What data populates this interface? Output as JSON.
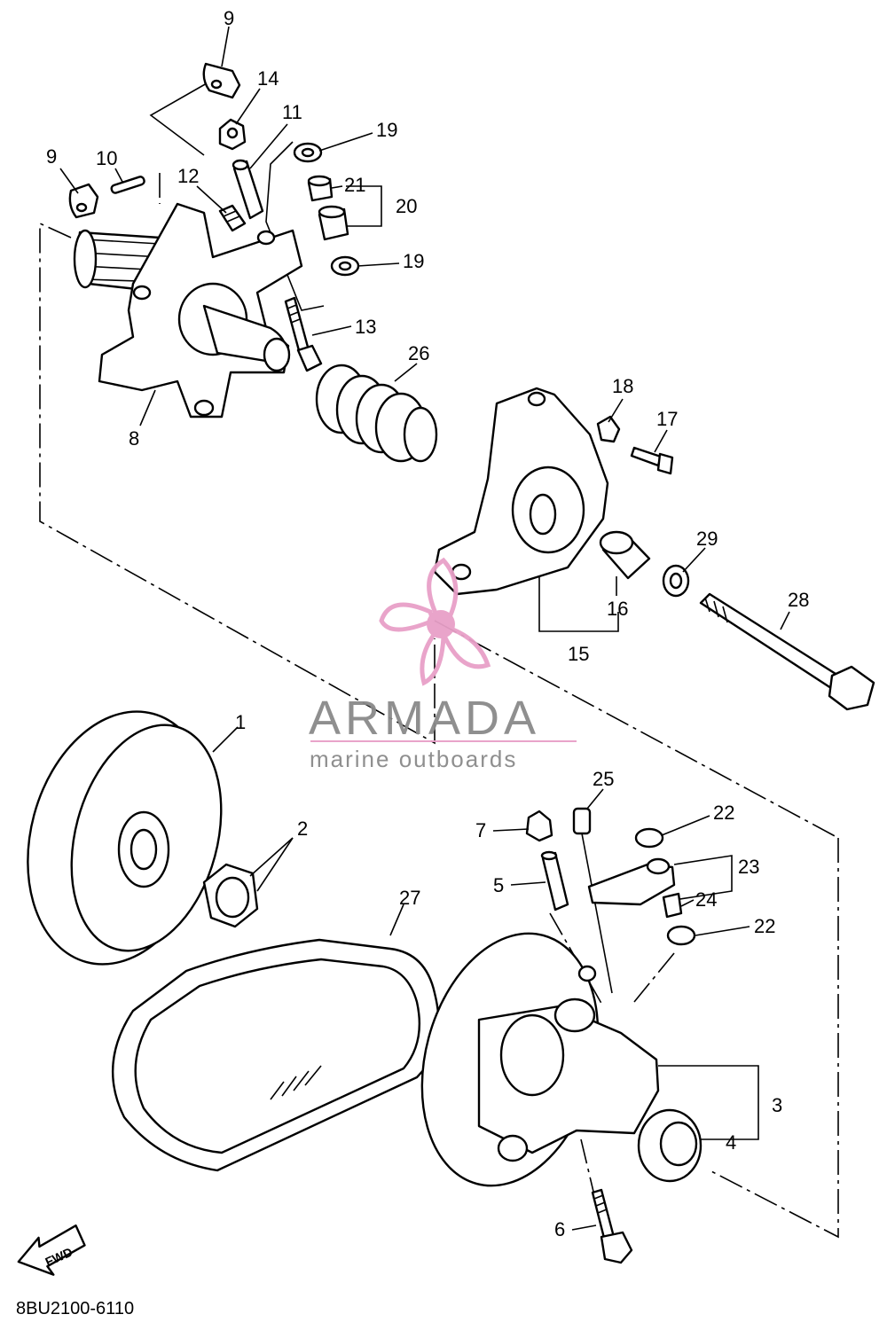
{
  "callouts": [
    {
      "id": "c9a",
      "text": "9"
    },
    {
      "id": "c14",
      "text": "14"
    },
    {
      "id": "c11",
      "text": "11"
    },
    {
      "id": "c19a",
      "text": "19"
    },
    {
      "id": "c9b",
      "text": "9"
    },
    {
      "id": "c10",
      "text": "10"
    },
    {
      "id": "c12",
      "text": "12"
    },
    {
      "id": "c21",
      "text": "21"
    },
    {
      "id": "c20",
      "text": "20"
    },
    {
      "id": "c19b",
      "text": "19"
    },
    {
      "id": "c13",
      "text": "13"
    },
    {
      "id": "c26",
      "text": "26"
    },
    {
      "id": "c8",
      "text": "8"
    },
    {
      "id": "c18",
      "text": "18"
    },
    {
      "id": "c17",
      "text": "17"
    },
    {
      "id": "c29",
      "text": "29"
    },
    {
      "id": "c16",
      "text": "16"
    },
    {
      "id": "c28",
      "text": "28"
    },
    {
      "id": "c15",
      "text": "15"
    },
    {
      "id": "c1",
      "text": "1"
    },
    {
      "id": "c25",
      "text": "25"
    },
    {
      "id": "c22a",
      "text": "22"
    },
    {
      "id": "c7",
      "text": "7"
    },
    {
      "id": "c2",
      "text": "2"
    },
    {
      "id": "c23",
      "text": "23"
    },
    {
      "id": "c5",
      "text": "5"
    },
    {
      "id": "c24",
      "text": "24"
    },
    {
      "id": "c27",
      "text": "27"
    },
    {
      "id": "c22b",
      "text": "22"
    },
    {
      "id": "c3",
      "text": "3"
    },
    {
      "id": "c4",
      "text": "4"
    },
    {
      "id": "c6",
      "text": "6"
    }
  ],
  "watermark": {
    "brand": "ARMADA",
    "tagline": "marine outboards",
    "color": "#e8a0c8"
  },
  "fwd_label": "FWD",
  "diagram_ref": "8BU2100-6110"
}
